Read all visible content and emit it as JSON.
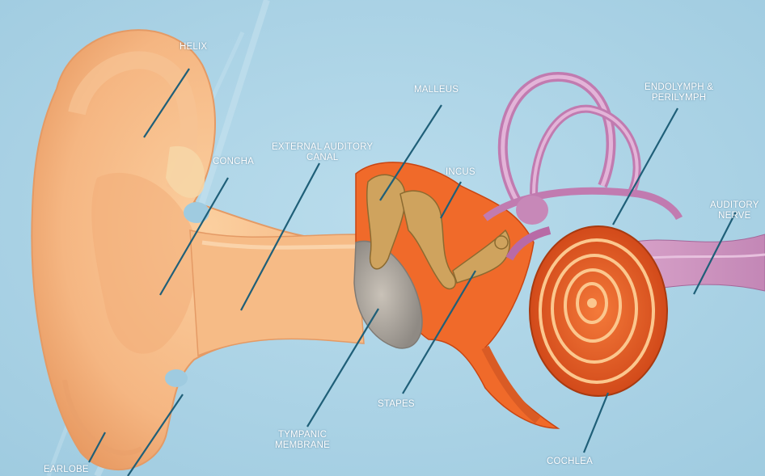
{
  "diagram": {
    "labels": {
      "helix": "HELIX",
      "concha": "CONCHA",
      "external_auditory_canal": "EXTERNAL AUDITORY\nCANAL",
      "malleus": "MALLEUS",
      "incus": "INCUS",
      "endolymph_perilymph": "ENDOLYMPH &\nPERILYMPH",
      "auditory_nerve": "AUDITORY\nNERVE",
      "tympanic_membrane": "TYMPANIC\nMEMBRANE",
      "stapes": "STAPES",
      "cochlea": "COCHLEA",
      "earlobe": "EARLOBE"
    }
  }
}
